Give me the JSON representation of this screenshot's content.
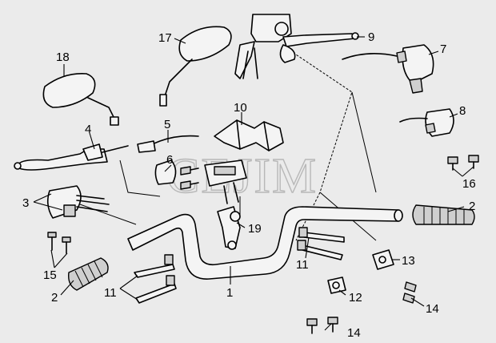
{
  "watermark": "CEJIM",
  "callouts": {
    "c1": "1",
    "c2a": "2",
    "c2b": "2",
    "c3": "3",
    "c4": "4",
    "c5": "5",
    "c6": "6",
    "c7": "7",
    "c8": "8",
    "c9": "9",
    "c10": "10",
    "c11a": "11",
    "c11b": "11",
    "c12": "12",
    "c13": "13",
    "c14a": "14",
    "c14b": "14",
    "c15": "15",
    "c16": "16",
    "c17": "17",
    "c18": "18",
    "c19": "19"
  }
}
